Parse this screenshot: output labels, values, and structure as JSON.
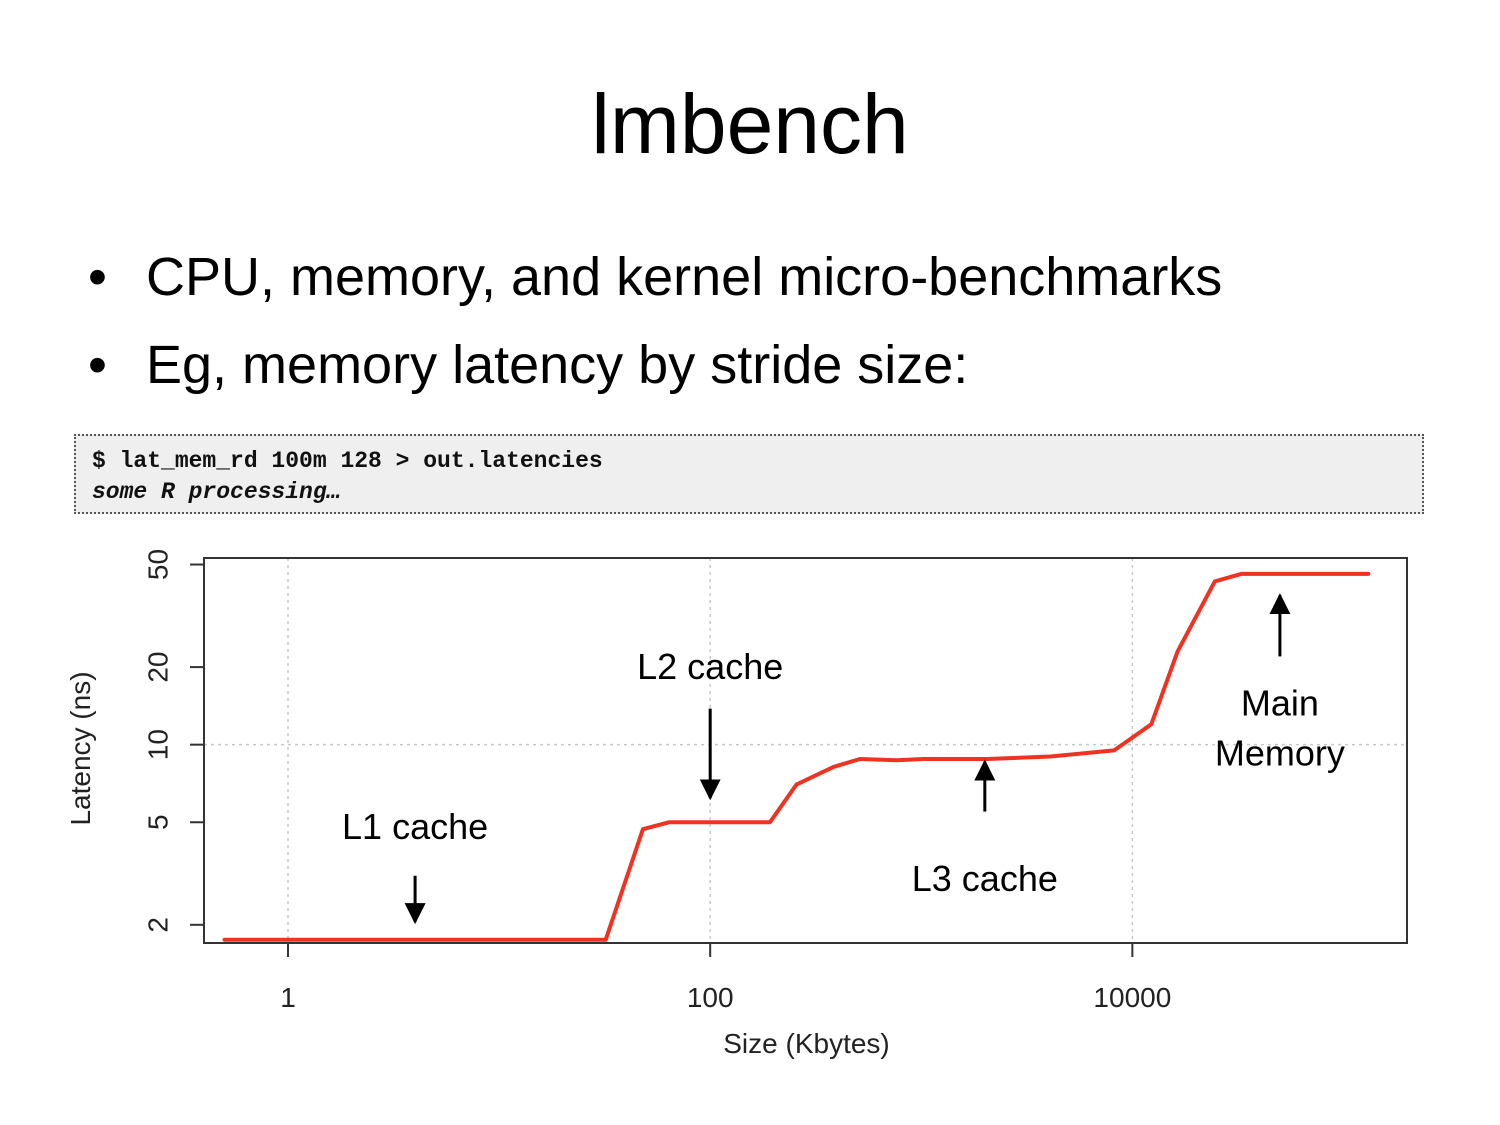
{
  "slide": {
    "title": "lmbench",
    "bullets": [
      "CPU, memory, and kernel micro-benchmarks",
      "Eg, memory latency by stride size:"
    ],
    "bullet_glyph": "•"
  },
  "code": {
    "line1": "$ lat_mem_rd 100m 128 > out.latencies",
    "line2": "some R processing…"
  },
  "chart_data": {
    "type": "line",
    "xlabel": "Size (Kbytes)",
    "ylabel": "Latency (ns)",
    "x_scale": "log",
    "y_scale": "log",
    "xlim": [
      0.4,
      200000
    ],
    "ylim": [
      1.7,
      53
    ],
    "x_ticks": [
      1,
      100,
      10000
    ],
    "x_tick_labels": [
      "1",
      "100",
      "10000"
    ],
    "y_ticks": [
      2,
      5,
      10,
      20,
      50
    ],
    "y_tick_labels": [
      "2",
      "5",
      "10",
      "20",
      "50"
    ],
    "grid": true,
    "series": [
      {
        "color": "#ee3322",
        "x": [
          0.5,
          1,
          2,
          4,
          8,
          16,
          32,
          48,
          64,
          96,
          128,
          192,
          256,
          384,
          512,
          768,
          1024,
          2048,
          4096,
          8192,
          12288,
          16384,
          24576,
          32768,
          65536,
          131072
        ],
        "y": [
          1.75,
          1.75,
          1.75,
          1.75,
          1.75,
          1.75,
          1.75,
          4.7,
          5.0,
          5.0,
          5.0,
          5.0,
          7.0,
          8.2,
          8.8,
          8.7,
          8.8,
          8.8,
          9.0,
          9.5,
          12,
          23,
          43,
          46,
          46,
          46
        ]
      }
    ],
    "annotations": [
      {
        "lines": [
          "L1 cache"
        ],
        "arrow": "down",
        "x": 4,
        "label_y": 4.3,
        "arrow_from": 3.1,
        "arrow_to": 2.05
      },
      {
        "lines": [
          "L2 cache"
        ],
        "arrow": "down",
        "x": 100,
        "label_y": 18,
        "arrow_from": 13.8,
        "arrow_to": 6.2
      },
      {
        "lines": [
          "L3 cache"
        ],
        "arrow": "up",
        "x": 2000,
        "label_y": 2.7,
        "arrow_from": 5.5,
        "arrow_to": 8.6
      },
      {
        "lines": [
          "Main",
          "Memory"
        ],
        "arrow": "up",
        "x": 50000,
        "label_y": 13,
        "arrow_from": 22,
        "arrow_to": 38
      }
    ],
    "colors": {
      "line": "#ee3322",
      "grid": "#c8c8c8",
      "frame": "#333333",
      "arrow": "#000000"
    }
  }
}
